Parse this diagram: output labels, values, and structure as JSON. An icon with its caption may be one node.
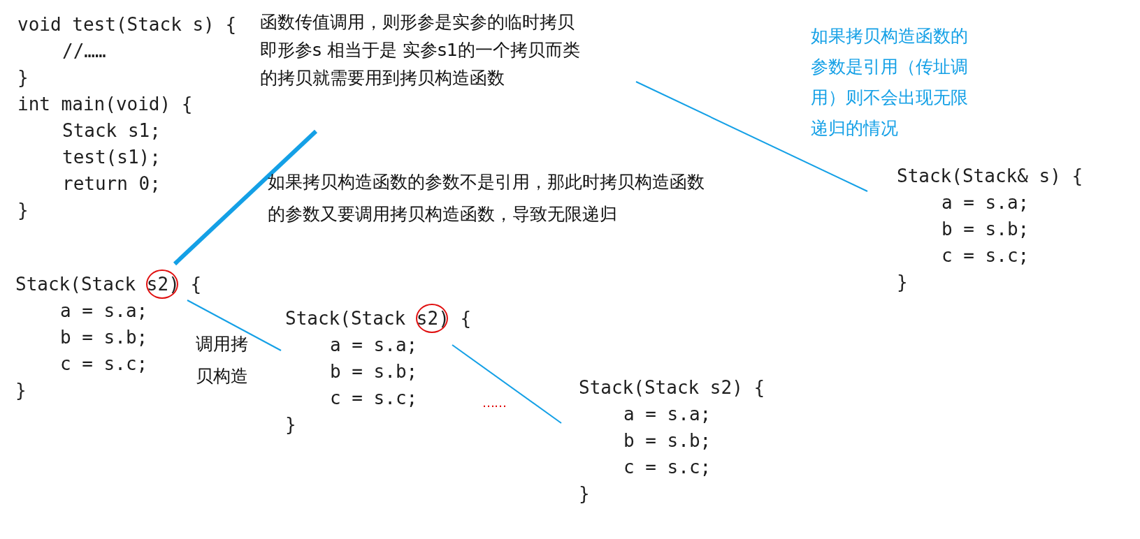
{
  "diagram": {
    "nodes": [
      {
        "text": [
          "void test(Stack s) {",
          "//……",
          "}",
          "int main(void) {",
          "Stack s1;",
          "test(s1);",
          "return 0;",
          "}"
        ]
      },
      {
        "text": [
          "函数传值调用，则形参是实参的临时拷贝即形参s 相当于是 实参s1的一个拷贝而类的拷贝就需要用到拷贝构造函数"
        ]
      },
      {
        "text": [
          "Stack(Stack& s) {",
          "a = s.a;",
          "b = s.b;",
          "c = s.c;",
          "}"
        ]
      },
      {
        "text": [
          "Stack(Stack s2) {",
          "a = s.a;",
          "b = s.b;",
          "c = s.c;",
          "}"
        ]
      },
      {
        "text": [],
        "shape": "circle",
        "in": 3
      },
      {
        "text": [
          "Stack(Stack s2) {",
          "a = s.a;",
          "b = s.b;",
          "c = s.c;",
          "}"
        ]
      },
      {
        "text": [],
        "shape": "circle",
        "in": 5
      },
      {
        "text": [
          "Stack(Stack s2) {",
          "a = s.a;",
          "b = s.b;",
          "c = s.c;",
          "}"
        ]
      }
    ],
    "edges": [
      {
        "from": 1,
        "to": 4,
        "arrow": "none",
        "style": "thick"
      },
      {
        "from": 1,
        "to": 2,
        "arrow": "none"
      },
      {
        "from": 4,
        "to": 5,
        "arrow": "none"
      },
      {
        "from": 6,
        "to": 7,
        "arrow": "none"
      }
    ],
    "labels": [
      "如果拷贝构造函数的参数是引用（传址调用）则不会出现无限递归的情况",
      "如果拷贝构造函数的参数不是引用，那此时拷贝构造函数的参数又要调用拷贝构造函数，导致无限递归",
      "调用拷贝构造",
      "……"
    ]
  }
}
